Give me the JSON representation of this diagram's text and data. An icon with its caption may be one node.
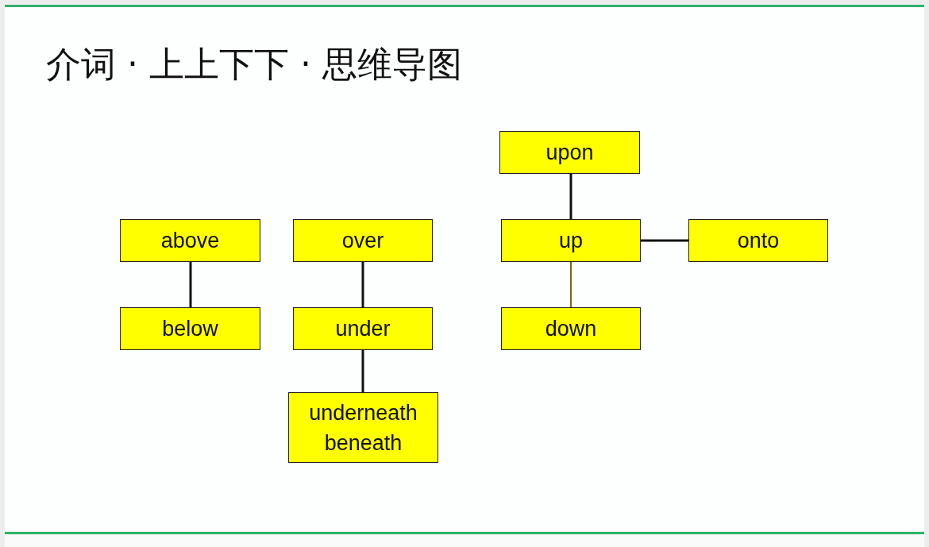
{
  "diagram": {
    "title": "介词 · 上上下下 · 思维导图",
    "nodes": [
      {
        "text": [
          "above"
        ]
      },
      {
        "text": [
          "below"
        ]
      },
      {
        "text": [
          "over"
        ]
      },
      {
        "text": [
          "under"
        ]
      },
      {
        "text": [
          "underneath",
          "beneath"
        ]
      },
      {
        "text": [
          "upon"
        ]
      },
      {
        "text": [
          "up"
        ]
      },
      {
        "text": [
          "onto"
        ]
      },
      {
        "text": [
          "down"
        ]
      }
    ],
    "edges": [
      {
        "from": 0,
        "to": 1,
        "arrow": "none"
      },
      {
        "from": 2,
        "to": 3,
        "arrow": "none"
      },
      {
        "from": 3,
        "to": 4,
        "arrow": "none"
      },
      {
        "from": 5,
        "to": 6,
        "arrow": "none"
      },
      {
        "from": 6,
        "to": 7,
        "arrow": "none"
      },
      {
        "from": 6,
        "to": 8,
        "arrow": "none",
        "color": "#7a6a10"
      }
    ]
  }
}
